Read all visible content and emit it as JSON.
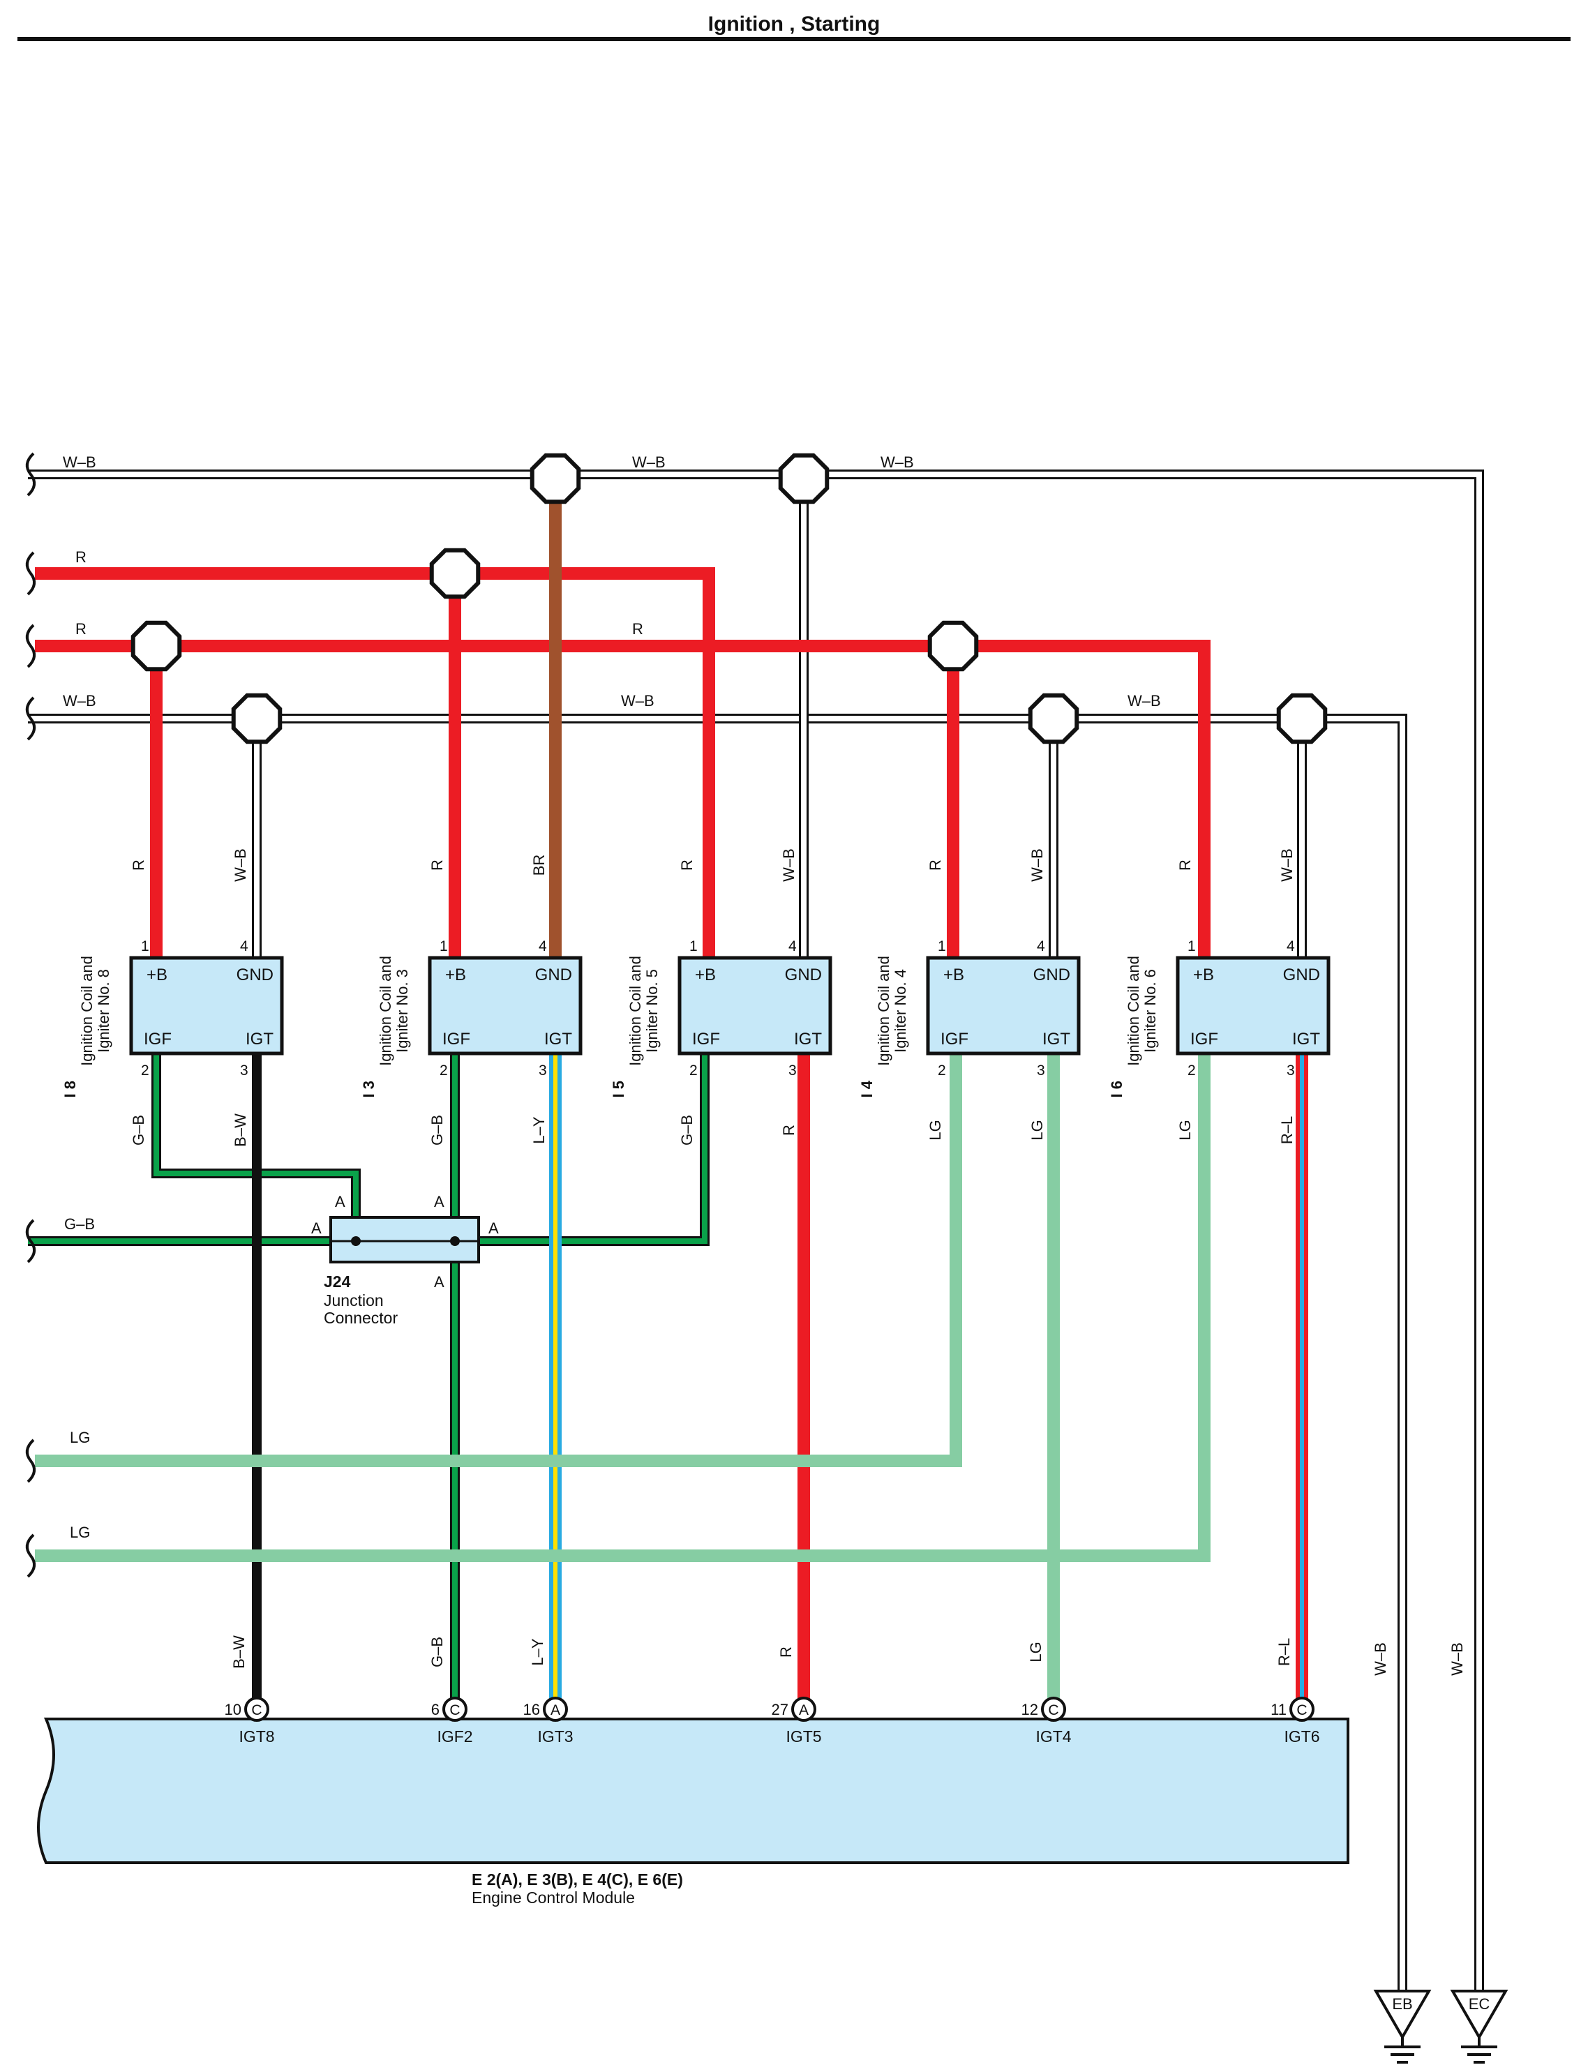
{
  "header": {
    "title": "Ignition , Starting"
  },
  "colors": {
    "R": "#ec1c24",
    "BR": "#a0522d",
    "G": "#0aa24a",
    "LG": "#86cda3",
    "L": "#29abe2",
    "Y": "#ffe000",
    "B": "#111111",
    "W": "#ffffff",
    "box": "#c6e8f8"
  },
  "wire_labels": {
    "wb": "W–B",
    "r": "R",
    "br": "BR",
    "gb": "G–B",
    "bw": "B–W",
    "ly": "L–Y",
    "lg": "LG",
    "rl": "R–L"
  },
  "coils": [
    {
      "id": "I 8",
      "name_line1": "Ignition Coil and",
      "name_line2": "Igniter No. 8",
      "pins": {
        "b": "+B",
        "gnd": "GND",
        "igf": "IGF",
        "igt": "IGT"
      },
      "pin_nums": {
        "b": "1",
        "gnd": "4",
        "igf": "2",
        "igt": "3"
      },
      "wires": {
        "b": "R",
        "gnd": "W–B",
        "igf": "G–B",
        "igt": "B–W"
      }
    },
    {
      "id": "I 3",
      "name_line1": "Ignition Coil and",
      "name_line2": "Igniter No. 3",
      "pins": {
        "b": "+B",
        "gnd": "GND",
        "igf": "IGF",
        "igt": "IGT"
      },
      "pin_nums": {
        "b": "1",
        "gnd": "4",
        "igf": "2",
        "igt": "3"
      },
      "wires": {
        "b": "R",
        "gnd": "BR",
        "igf": "G–B",
        "igt": "L–Y"
      }
    },
    {
      "id": "I 5",
      "name_line1": "Ignition Coil and",
      "name_line2": "Igniter No. 5",
      "pins": {
        "b": "+B",
        "gnd": "GND",
        "igf": "IGF",
        "igt": "IGT"
      },
      "pin_nums": {
        "b": "1",
        "gnd": "4",
        "igf": "2",
        "igt": "3"
      },
      "wires": {
        "b": "R",
        "gnd": "W–B",
        "igf": "G–B",
        "igt": "R"
      }
    },
    {
      "id": "I 4",
      "name_line1": "Ignition Coil and",
      "name_line2": "Igniter No. 4",
      "pins": {
        "b": "+B",
        "gnd": "GND",
        "igf": "IGF",
        "igt": "IGT"
      },
      "pin_nums": {
        "b": "1",
        "gnd": "4",
        "igf": "2",
        "igt": "3"
      },
      "wires": {
        "b": "R",
        "gnd": "W–B",
        "igf": "LG",
        "igt": "LG"
      }
    },
    {
      "id": "I 6",
      "name_line1": "Ignition Coil and",
      "name_line2": "Igniter No. 6",
      "pins": {
        "b": "+B",
        "gnd": "GND",
        "igf": "IGF",
        "igt": "IGT"
      },
      "pin_nums": {
        "b": "1",
        "gnd": "4",
        "igf": "2",
        "igt": "3"
      },
      "wires": {
        "b": "R",
        "gnd": "W–B",
        "igf": "LG",
        "igt": "R–L"
      }
    }
  ],
  "junction": {
    "id": "J24",
    "line1": "Junction",
    "line2": "Connector",
    "pin": "A"
  },
  "ecm": {
    "id": "E 2(A), E 3(B), E 4(C), E 6(E)",
    "name": "Engine Control Module",
    "pins": [
      {
        "num": "10",
        "conn": "C",
        "name": "IGT8",
        "wire": "B–W"
      },
      {
        "num": "6",
        "conn": "C",
        "name": "IGF2",
        "wire": "G–B"
      },
      {
        "num": "16",
        "conn": "A",
        "name": "IGT3",
        "wire": "L–Y"
      },
      {
        "num": "27",
        "conn": "A",
        "name": "IGT5",
        "wire": "R"
      },
      {
        "num": "12",
        "conn": "C",
        "name": "IGT4",
        "wire": "LG"
      },
      {
        "num": "11",
        "conn": "C",
        "name": "IGT6",
        "wire": "R–L"
      }
    ]
  },
  "grounds": [
    {
      "label": "EB",
      "wire": "W–B"
    },
    {
      "label": "EC",
      "wire": "W–B"
    }
  ]
}
